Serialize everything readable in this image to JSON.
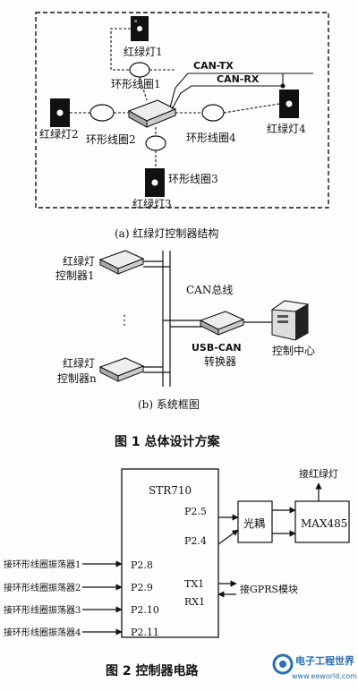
{
  "fig1": {
    "a": {
      "light1": "红绿灯1",
      "light2": "红绿灯2",
      "light3": "红绿灯3",
      "light4": "红绿灯4",
      "coil1": "环形线圈1",
      "coil2": "环形线圈2",
      "coil3": "环形线圈3",
      "coil4": "环形线圈4",
      "can_tx": "CAN-TX",
      "can_rx": "CAN-RX",
      "caption": "(a) 红绿灯控制器结构"
    },
    "b": {
      "ctrl1_line1": "红绿灯",
      "ctrl1_line2": "控制器1",
      "ctrln_line1": "红绿灯",
      "ctrln_line2": "控制器n",
      "dots": "⋮",
      "can_bus": "CAN总线",
      "converter_line1": "USB-CAN",
      "converter_line2": "转换器",
      "center": "控制中心",
      "caption": "(b) 系统框图"
    },
    "title": "图 1    总体设计方案"
  },
  "fig2": {
    "chip": "STR710",
    "p25": "P2.5",
    "p24": "P2.4",
    "p28": "P2.8",
    "p29": "P2.9",
    "p210": "P2.10",
    "p211": "P2.11",
    "tx1": "TX1",
    "rx1": "RX1",
    "opto": "光耦",
    "max485": "MAX485",
    "to_light": "接红绿灯",
    "to_gprs": "接GPRS模块",
    "osc1": "接环形线圈振荡器1",
    "osc2": "接环形线圈振荡器2",
    "osc3": "接环形线圈振荡器3",
    "osc4": "接环形线圈振荡器4",
    "title": "图 2    控制器电路"
  },
  "watermark": {
    "brand": "电子工程世界",
    "url": "www.eeworld.com.cn"
  }
}
